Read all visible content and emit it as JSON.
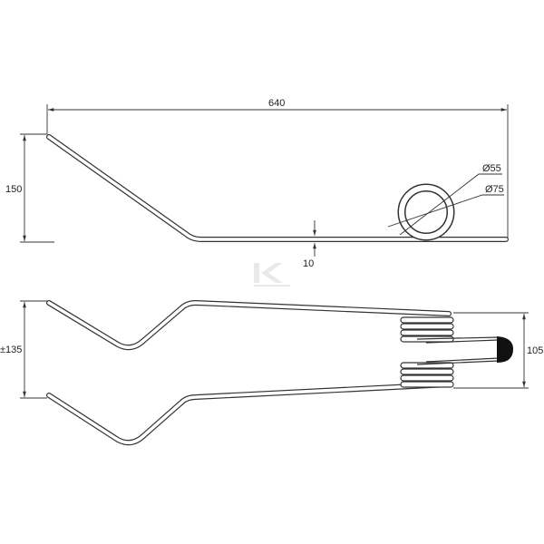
{
  "drawing": {
    "dimensions": {
      "length": "640",
      "height": "150",
      "offset": "10",
      "inner_diameter": "Ø55",
      "outer_diameter": "Ø75",
      "spread": "±135",
      "coil_width": "105"
    },
    "watermark_logo": "K"
  },
  "colors": {
    "line": "#333333",
    "cap": "#111111"
  }
}
